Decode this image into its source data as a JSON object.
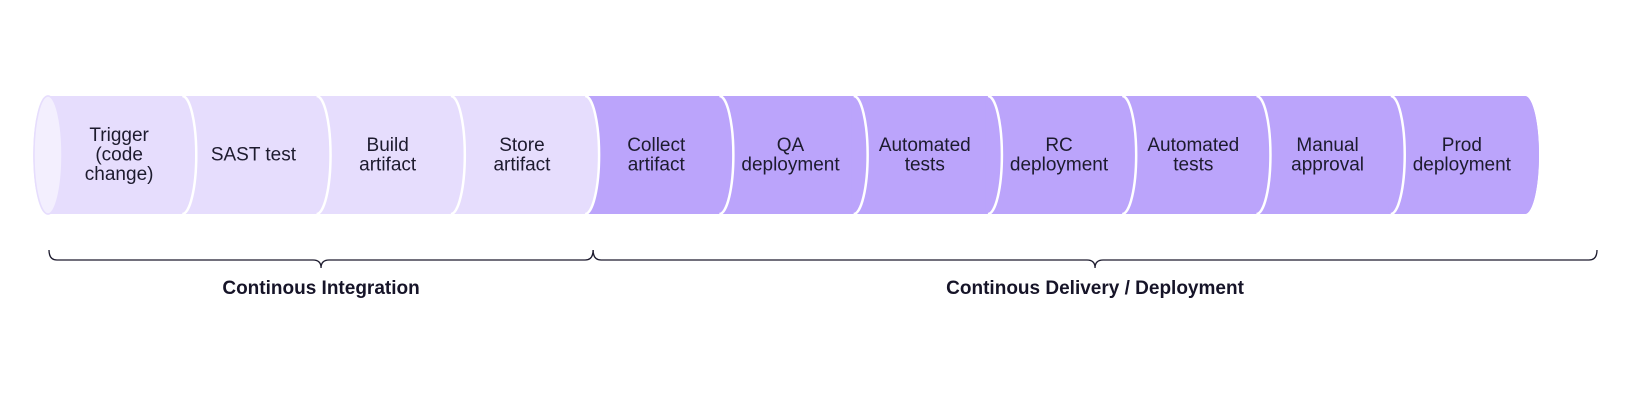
{
  "colors": {
    "light_fill": "#e6ddfd",
    "dark_fill": "#bba4fb",
    "cap_fill": "#f3effe",
    "separator": "#ffffff",
    "brace": "#1d1b2e",
    "text": "#1d1b2e"
  },
  "stages": [
    {
      "lines": [
        "Trigger",
        "(code",
        "change)"
      ],
      "phase": "ci"
    },
    {
      "lines": [
        "SAST test"
      ],
      "phase": "ci"
    },
    {
      "lines": [
        "Build",
        "artifact"
      ],
      "phase": "ci"
    },
    {
      "lines": [
        "Store",
        "artifact"
      ],
      "phase": "ci"
    },
    {
      "lines": [
        "Collect",
        "artifact"
      ],
      "phase": "cd"
    },
    {
      "lines": [
        "QA",
        "deployment"
      ],
      "phase": "cd"
    },
    {
      "lines": [
        "Automated",
        "tests"
      ],
      "phase": "cd"
    },
    {
      "lines": [
        "RC",
        "deployment"
      ],
      "phase": "cd"
    },
    {
      "lines": [
        "Automated",
        "tests"
      ],
      "phase": "cd"
    },
    {
      "lines": [
        "Manual",
        "approval"
      ],
      "phase": "cd"
    },
    {
      "lines": [
        "Prod",
        "deployment"
      ],
      "phase": "cd"
    }
  ],
  "groups": [
    {
      "label": "Continous Integration",
      "first_stage": 0,
      "last_stage": 3
    },
    {
      "label": "Continous Delivery / Deployment",
      "first_stage": 4,
      "last_stage": 10
    }
  ]
}
